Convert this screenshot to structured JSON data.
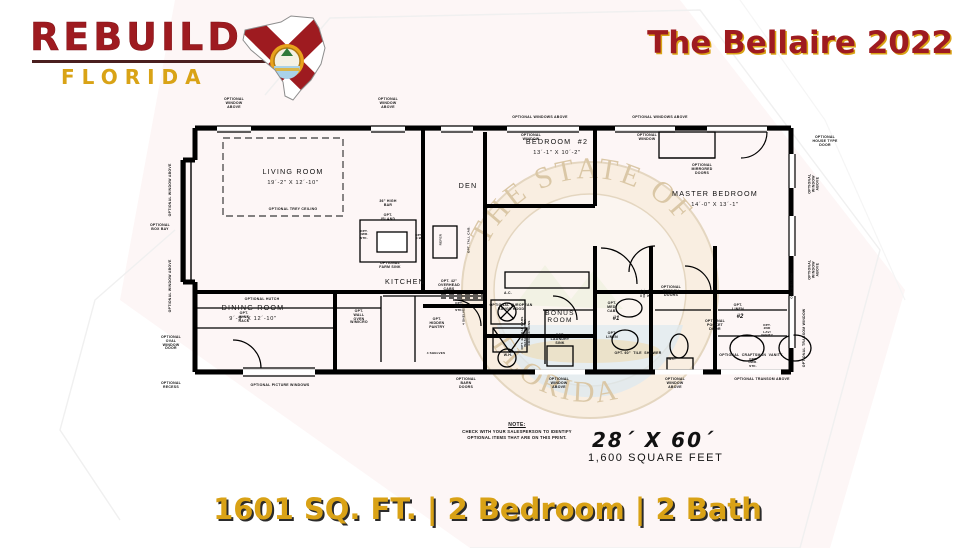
{
  "header": {
    "logo_line1": "REBUILD",
    "logo_line2": "FLORIDA",
    "logo_state_icon": "florida-state-flag-shape-icon",
    "plan_title": "The Bellaire 2022",
    "brand_red": "#9e1b20",
    "brand_gold": "#d9a316"
  },
  "footer": {
    "caption": "1601 SQ. FT. | 2 Bedroom | 2 Bath",
    "caption_color": "#d9a216"
  },
  "floorplan": {
    "watermark": "THE STATE OF FLORIDA",
    "size_main": "28´ X 60´",
    "size_sub": "1,600 SQUARE FEET",
    "note_title": "NOTE:",
    "note_body": "CHECK WITH YOUR SALESPERSON\nTO IDENTIFY OPTIONAL ITEMS\nTHAT ARE ON THIS PRINT.",
    "rooms": [
      {
        "name": "LIVING ROOM",
        "dims": "19´-2\" X 12´-10\"",
        "note": "OPTIONAL TREY CEILING"
      },
      {
        "name": "DINING ROOM",
        "dims": "9´-9\" X 12´-10\"",
        "note": ""
      },
      {
        "name": "DEN",
        "dims": "",
        "note": ""
      },
      {
        "name": "KITCHEN",
        "dims": "",
        "note": ""
      },
      {
        "name": "BEDROOM  #2",
        "dims": "13´-1\" X 10´-2\"",
        "note": ""
      },
      {
        "name": "MASTER BEDROOM",
        "dims": "14´-0\" X 13´-1\"",
        "note": ""
      },
      {
        "name": "BONUS\nROOM",
        "dims": "",
        "note": "OPT.\nLAUNDRY\nSINK"
      }
    ],
    "bath_labels": [
      "#1",
      "#2"
    ],
    "top_labels": [
      "OPTIONAL\nWINDOW\nABOVE",
      "OPTIONAL\nWINDOW\nABOVE",
      "OPTIONAL WINDOWS ABOVE",
      "OPTIONAL\nWINDOW",
      "OPTIONAL WINDOWS ABOVE",
      "OPTIONAL\nWINDOW"
    ],
    "left_labels": [
      "OPTIONAL WINDOW ABOVE",
      "OPTIONAL\nBOX BAY",
      "OPTIONAL WINDOW ABOVE"
    ],
    "right_labels": [
      "OPTIONAL\nHOUSE TYPE\nDOOR",
      "OPTIONAL\nWINDOW\nABOVE",
      "OPTIONAL\nWINDOW\nABOVE",
      "OPTIONAL TRANSOM WINDOW"
    ],
    "bottom_labels": [
      "OPTIONAL PICTURE WINDOWS",
      "OPTIONAL\nWINDOW\nABOVE",
      "OPTIONAL\nWINDOW\nABOVE",
      "OPTIONAL TRANSOM ABOVE"
    ],
    "kitchen_labels": [
      "36\" HIGH\nBAR",
      "OPT.\nISLAND",
      "OPT.\nDWR.\nSTK.",
      "OPT.\nD.W.",
      "OPTIONAL\nFARM SINK",
      "OPT. 42\"\nOVERHEAD\nCABS",
      "OPT.\nDWR.\nSTK.",
      "OPTIONAL EUROPEAN\nRANGE HOOD",
      "REFER",
      "OPT. TALL CAB.",
      "OPT.\nHIDDEN\nPANTRY",
      "4 SHELVES",
      "4 SHELVES",
      "OPTIONAL HUTCH",
      "OPT.\nWINE\nRACK",
      "OPT.\nWALL\nOVEN\nW/MICRO"
    ],
    "misc_labels": [
      "OPTIONAL\nBARN\nDOORS",
      "OPTIONAL\nMIRRORED\nDOORS",
      "A.C.",
      "W.H.",
      "OPT. 42\" O.H. CABS\nWASHER/DRYER\nCONNECTIONS",
      "OPT.\nMED.\nCAB.",
      "OPT.\nLINEN",
      "OPT.\nLINEN",
      "OPT. 60\"  TILE  SHOWER",
      "OPTIONAL\nOVAL\nWINDOW\nDOOR",
      "OPTIONAL\nRECESS",
      "OPTIONAL\nPOCKET\nDOOR",
      "OPTIONAL\nFRENCH\nDOORS",
      "OPTIONAL  CRAFTSMAN  VANITY",
      "OPT.\n2ND\nLAV/\nVANITY",
      "OPT.\nDWR.\nSTK.",
      "OPT.\nDWR.\nSTK.",
      "OPT. SHELVING",
      "W.C."
    ]
  }
}
